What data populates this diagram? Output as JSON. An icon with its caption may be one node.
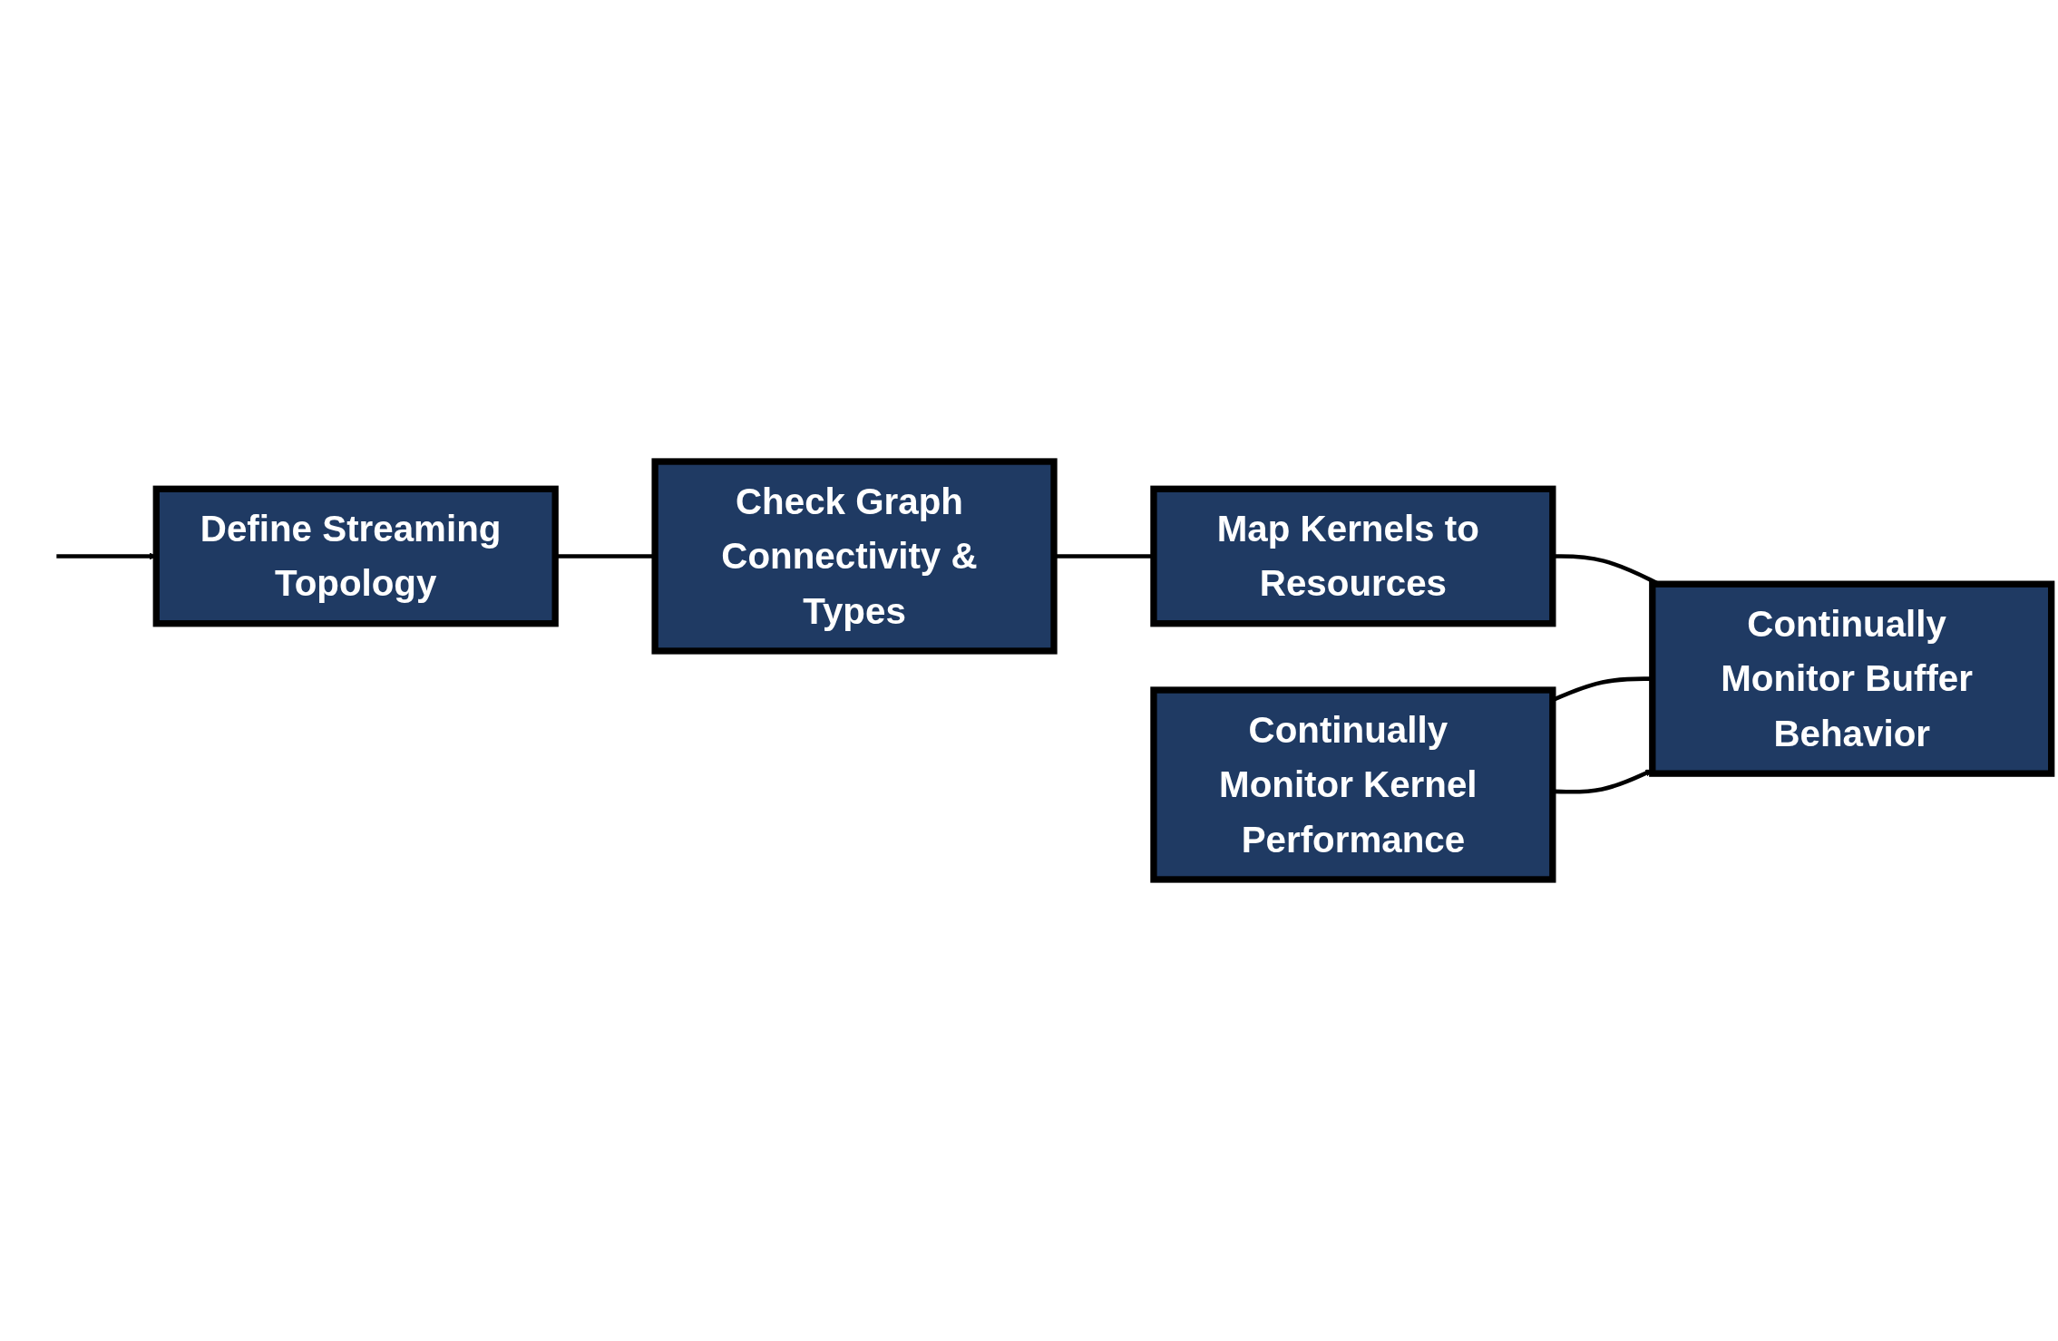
{
  "diagram": {
    "nodes": [
      {
        "text": [
          "Define Streaming Topology"
        ]
      },
      {
        "text": [
          "Check Graph Connectivity & Types"
        ]
      },
      {
        "text": [
          "Map Kernels to Resources"
        ]
      },
      {
        "text": [
          "Continually Monitor Kernel Performance"
        ]
      },
      {
        "text": [
          "Continually Monitor Buffer Behavior"
        ]
      }
    ],
    "edges": [
      {
        "from": null,
        "to": 0,
        "arrow": "to"
      },
      {
        "from": 0,
        "to": 1,
        "arrow": "none"
      },
      {
        "from": 1,
        "to": 2,
        "arrow": "none"
      },
      {
        "from": 2,
        "to": 4,
        "arrow": "none"
      },
      {
        "from": 3,
        "to": 4,
        "arrow": "none"
      },
      {
        "from": 3,
        "to": 4,
        "arrow": "to"
      }
    ]
  }
}
